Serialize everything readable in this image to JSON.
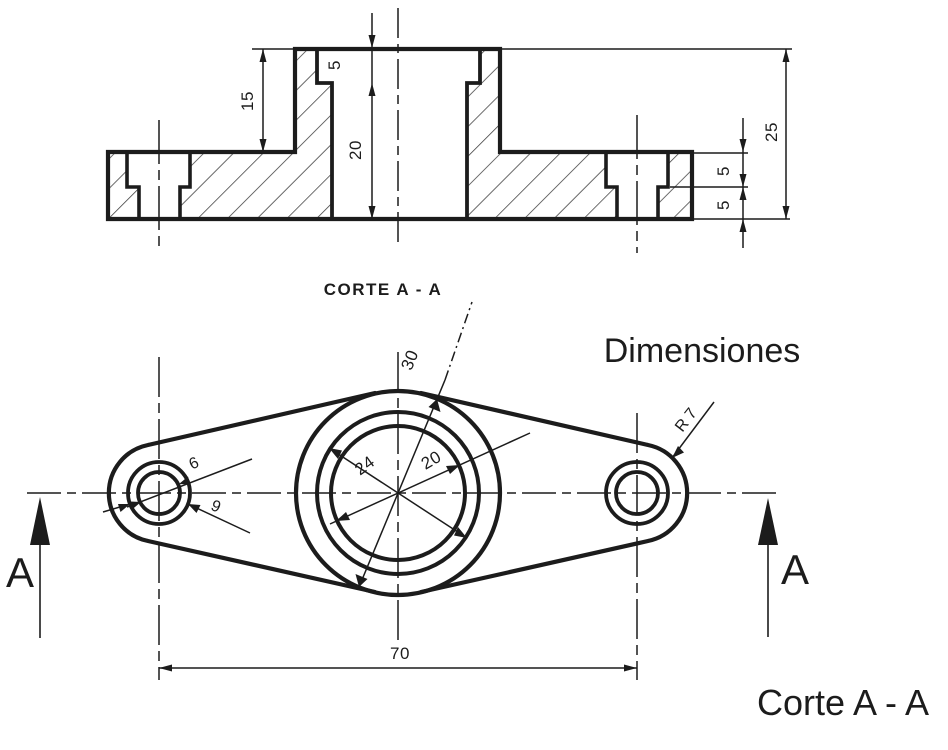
{
  "drawing": {
    "title_annotation": "Dimensiones",
    "caption": "Corte A - A",
    "section_label": "CORTE A - A",
    "cut_arrow_label": "A",
    "dims": {
      "boss_height": "15",
      "top_counterbore_depth": "5",
      "center_hole_depth": "20",
      "total_height": "25",
      "end_counterbore_depth": "5",
      "end_hole_depth": "5",
      "boss_diameter": "30",
      "center_counterbore_diameter": "24",
      "center_hole_diameter": "20",
      "end_hole_diameter": "6",
      "end_counterbore_diameter": "9",
      "end_radius": "R 7",
      "center_distance": "70"
    },
    "colors": {
      "line": "#1c1c1c",
      "background": "#ffffff"
    }
  }
}
